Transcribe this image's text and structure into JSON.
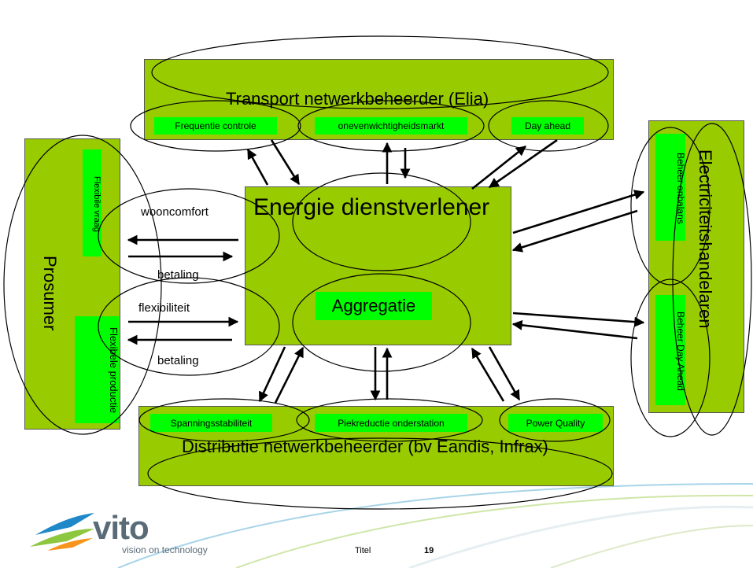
{
  "transport": {
    "title": "Transport netwerkbeheerder (Elia)",
    "tags": [
      "Frequentie controle",
      "onevenwichtigheidsmarkt",
      "Day ahead"
    ]
  },
  "energie": {
    "title": "Energie dienstverlener",
    "aggregatie": "Aggregatie"
  },
  "prosumer": {
    "title": "Prosumer",
    "flex_vraag": "Flexibile vraag",
    "flex_productie": "Flexibele productie"
  },
  "handel": {
    "title": "Electriciteitshandelaren",
    "onbalans": "Beheer onbalans",
    "day_ahead": "Beheer Day Ahead"
  },
  "distributie": {
    "title": "Distributie netwerkbeheerder (bv Eandis, Infrax)",
    "tags": [
      "Spanningsstabiliteit",
      "Piekreductie onderstation",
      "Power Quality"
    ]
  },
  "flows": {
    "wooncomfort": "wooncomfort",
    "betaling_1": "betaling",
    "flexibiliteit": "flexibiliteit",
    "betaling_2": "betaling"
  },
  "footer": {
    "logo_word": "vito",
    "tagline": "vision on technology",
    "titel": "Titel",
    "page": "19"
  }
}
